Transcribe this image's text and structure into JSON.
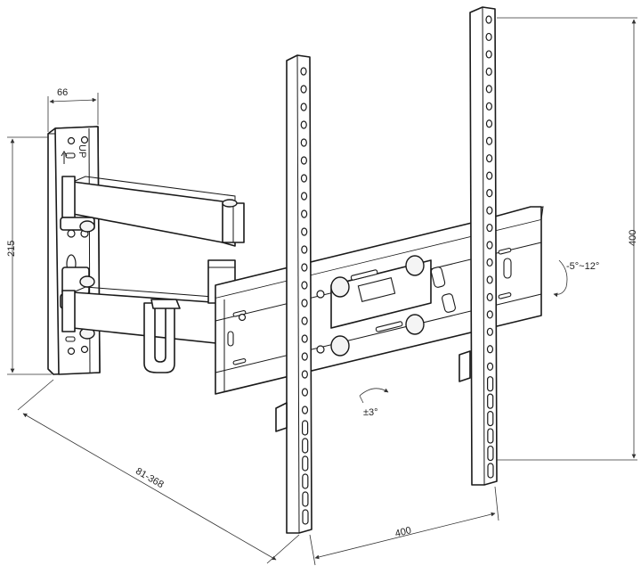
{
  "dimensions": {
    "wall_plate_width": "66",
    "wall_plate_height": "215",
    "extension": "81-368",
    "vesa_horizontal": "400",
    "vesa_vertical": "400"
  },
  "adjustments": {
    "tilt": "-5°~12°",
    "level": "±3°"
  },
  "plate_markings": {
    "up": "UP"
  }
}
